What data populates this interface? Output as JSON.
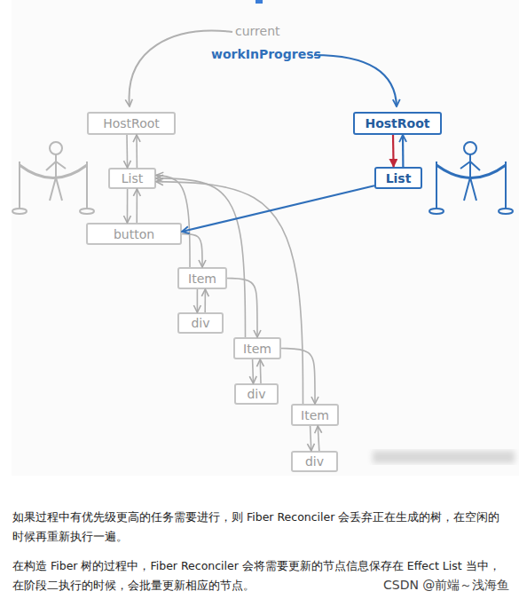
{
  "diagram": {
    "nodes": [
      {
        "text": [
          "HostRoot"
        ]
      },
      {
        "text": [
          "HostRoot"
        ]
      },
      {
        "text": [
          "List"
        ]
      },
      {
        "text": [
          "List"
        ]
      },
      {
        "text": [
          "button"
        ]
      },
      {
        "text": [
          "Item"
        ]
      },
      {
        "text": [
          "div"
        ]
      },
      {
        "text": [
          "Item"
        ]
      },
      {
        "text": [
          "div"
        ]
      },
      {
        "text": [
          "Item"
        ]
      },
      {
        "text": [
          "div"
        ]
      }
    ],
    "edges": [
      {
        "from": 0,
        "to": 2,
        "arrow": "to"
      },
      {
        "from": 2,
        "to": 0,
        "arrow": "to"
      },
      {
        "from": 2,
        "to": 4,
        "arrow": "to"
      },
      {
        "from": 4,
        "to": 2,
        "arrow": "to"
      },
      {
        "from": 4,
        "to": 5,
        "arrow": "to"
      },
      {
        "from": 5,
        "to": 7,
        "arrow": "to"
      },
      {
        "from": 7,
        "to": 9,
        "arrow": "to"
      },
      {
        "from": 5,
        "to": 2,
        "arrow": "to"
      },
      {
        "from": 7,
        "to": 2,
        "arrow": "to"
      },
      {
        "from": 9,
        "to": 2,
        "arrow": "to"
      },
      {
        "from": 5,
        "to": 6,
        "arrow": "to"
      },
      {
        "from": 6,
        "to": 5,
        "arrow": "to"
      },
      {
        "from": 7,
        "to": 8,
        "arrow": "to"
      },
      {
        "from": 8,
        "to": 7,
        "arrow": "to"
      },
      {
        "from": 9,
        "to": 10,
        "arrow": "to"
      },
      {
        "from": 10,
        "to": 9,
        "arrow": "to"
      },
      {
        "from": 1,
        "to": 3,
        "arrow": "to"
      },
      {
        "from": 3,
        "to": 1,
        "arrow": "to"
      },
      {
        "from": 3,
        "to": 4,
        "arrow": "to"
      }
    ],
    "labels": [
      "current",
      "workInProgress",
      "如果过程中有优先级更高的任务需要进行，则 Fiber Reconciler 会丢弃正在生成的树，在空闲的时候再重新执行一遍。",
      "在构造 Fiber 树的过程中，Fiber Reconciler 会将需要更新的节点信息保存在 Effect List 当中，在阶段二执行的时候，会批量更新相应的节点。",
      "CSDN @前端～浅海鱼"
    ]
  }
}
